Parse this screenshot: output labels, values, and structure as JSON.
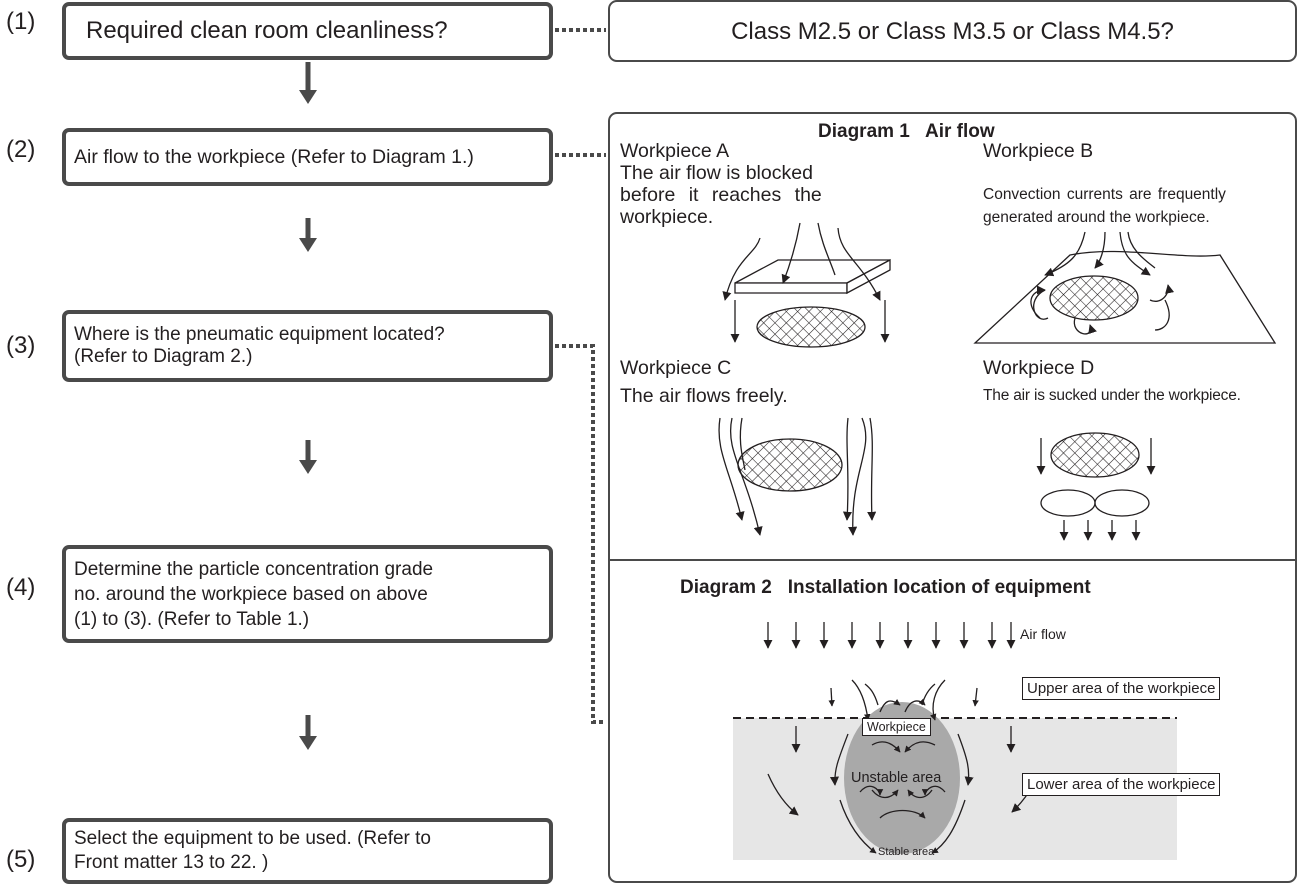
{
  "steps": [
    {
      "num": "(1)",
      "text": "Required clean room cleanliness?"
    },
    {
      "num": "(2)",
      "text": "Air flow to the workpiece (Refer to Diagram 1.)"
    },
    {
      "num": "(3)",
      "line1": "Where is the pneumatic equipment located?",
      "line2": "(Refer to Diagram 2.)"
    },
    {
      "num": "(4)",
      "line1": "Determine the particle concentration grade",
      "line2": "no. around the workpiece based on above",
      "line3": "(1) to (3). (Refer to Table 1.)"
    },
    {
      "num": "(5)",
      "line1": "Select the equipment to be used. (Refer to",
      "line2": "Front matter 13 to 22. )"
    }
  ],
  "class_box": "Class M2.5 or Class M3.5 or Class M4.5?",
  "diagram1": {
    "title": "Diagram 1   Air flow",
    "a": {
      "name": "Workpiece A",
      "l1": "The air flow is blocked",
      "l2": "before it reaches the",
      "l3": "workpiece."
    },
    "b": {
      "name": "Workpiece B",
      "l1": "Convection currents are frequently",
      "l2": "generated around the workpiece."
    },
    "c": {
      "name": "Workpiece C",
      "l1": "The air flows freely."
    },
    "d": {
      "name": "Workpiece D",
      "l1": "The air is sucked under the workpiece."
    }
  },
  "diagram2": {
    "title": "Diagram 2   Installation location of equipment",
    "air_flow": "Air flow",
    "upper": "Upper area of the workpiece",
    "lower": "Lower area of the workpiece",
    "workpiece": "Workpiece",
    "unstable": "Unstable area",
    "stable": "Stable area"
  },
  "colors": {
    "frame": "#4a4a4a",
    "lower_area": "#e6e6e6",
    "unstable_area": "#a9a9a9"
  }
}
